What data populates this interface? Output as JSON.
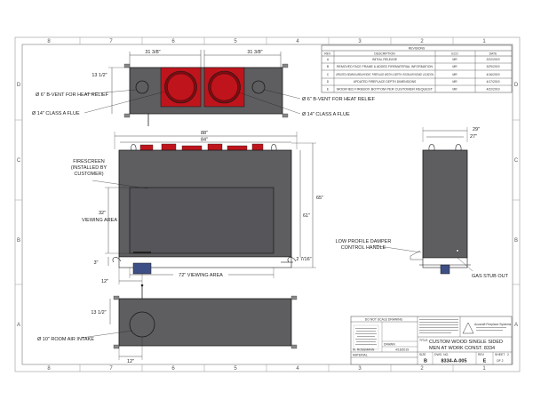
{
  "zones": {
    "cols": [
      "8",
      "7",
      "6",
      "5",
      "4",
      "3",
      "2",
      "1"
    ],
    "rows": [
      "D",
      "C",
      "B",
      "A"
    ]
  },
  "revisions": {
    "title": "REVISIONS",
    "headers": [
      "REV.",
      "DESCRIPTION",
      "ECO",
      "DATE"
    ],
    "rows": [
      [
        "A",
        "INITIAL RELEASE",
        "MR",
        "2/22/2019"
      ],
      [
        "B",
        "REMOVED FACE FRAME & ADDED FIREMATERIAL INFORMATION",
        "MR",
        "3/29/2019"
      ],
      [
        "C",
        "UPDATED VIEWING AREA HEIGHT, FIREPLACE WIDTH & DEPTH, ROOM AIR INTAKE LOCATION",
        "MR",
        "4/16/2019"
      ],
      [
        "D",
        "UPDATED FIREPLACE DEPTH DIMENSIONS",
        "MR",
        "4/17/2019"
      ],
      [
        "E",
        "MODIFIED FIREBOX BOTTOM PER CUSTOMER REQUEST",
        "MR",
        "4/22/2019"
      ]
    ]
  },
  "top_view": {
    "dim_left": "31 3/8\"",
    "dim_right": "31 3/8\"",
    "dim_side": "13 1/2\"",
    "label_vent_left": "Ø 6\" B-VENT FOR HEAT RELIEF",
    "label_flue_left": "Ø 14\" CLASS A FLUE",
    "label_vent_right": "Ø 6\" B-VENT FOR HEAT RELIEF",
    "label_flue_right": "Ø 14\" CLASS A FLUE"
  },
  "front_view": {
    "dim_overall_width": "88\"",
    "dim_inner_width": "84\"",
    "dim_overall_height": "65\"",
    "dim_inner_height": "61\"",
    "dim_viewing_height": "32\"",
    "label_viewing_height": "VIEWING AREA",
    "dim_viewing_width": "72\" VIEWING AREA",
    "dim_bottom_offset": "3\"",
    "dim_right_bottom": "2 7/16\"",
    "dim_intake_offset": "12\"",
    "label_firescreen_1": "FIRESCREEN",
    "label_firescreen_2": "(INSTALLED BY",
    "label_firescreen_3": "CUSTOMER)",
    "label_damper_1": "LOW PROFILE DAMPER",
    "label_damper_2": "CONTROL HANDLE"
  },
  "side_view": {
    "dim_outer": "29\"",
    "dim_inner": "27\"",
    "label_gas": "GAS STUB OUT"
  },
  "bottom_view": {
    "dim_side": "13 1/2\"",
    "dim_offset": "12\"",
    "label_intake": "Ø 10\" ROOM AIR INTAKE"
  },
  "title_block": {
    "dont_scale": "DO NOT SCALE DRAWING",
    "drawn_by_label": "DRAWN",
    "drawn_by": "M. ROSSMANN",
    "drawn_date": "4/16/2019",
    "material_label": "MATERIAL",
    "company": "Acucraft Fireplace Systems",
    "title_label": "TITLE:",
    "title_line1": "CUSTOM WOOD SINGLE SIDED",
    "title_line2": "MEN AT WORK CONST. 8334",
    "size_label": "SIZE",
    "size": "B",
    "dwg_label": "DWG. NO.",
    "dwg_no": "8334-A-005",
    "rev_label": "REV",
    "rev": "E",
    "sheet_label": "SHEET",
    "sheet": "2",
    "sheet_of": "OF 2"
  },
  "colors": {
    "body": "#5e5e60",
    "line": "#1a1a1a",
    "flue_red": "#c0141c",
    "flue_dark": "#7a0e12",
    "base_blue": "#3e4f86"
  }
}
